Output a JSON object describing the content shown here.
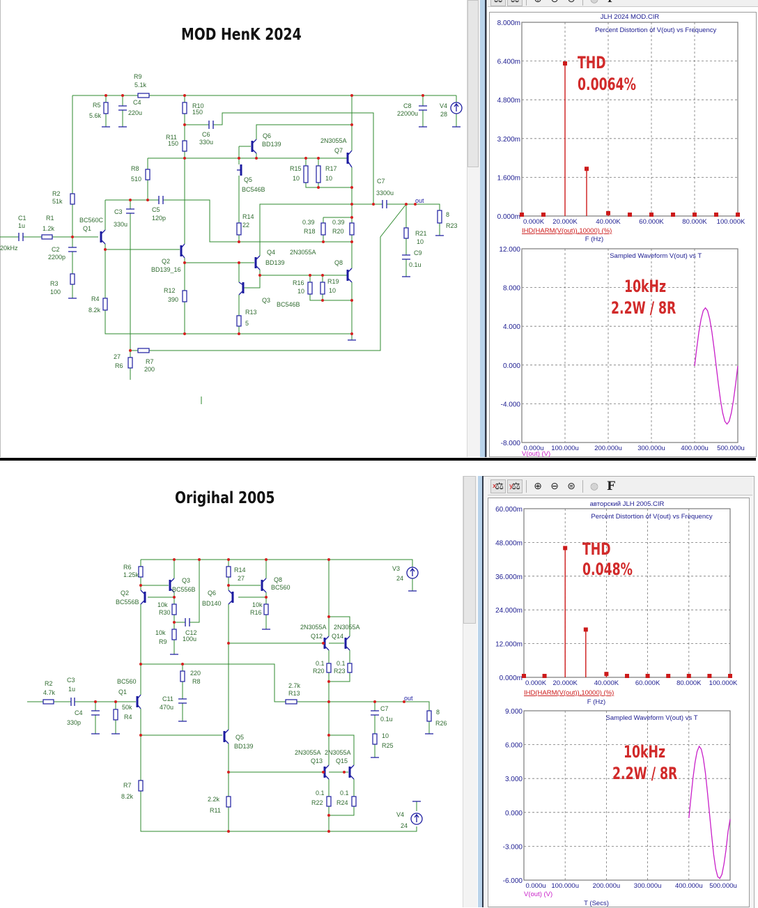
{
  "top": {
    "title": "MOD HenK 2024",
    "input_label": "20kHz",
    "out_label": "out",
    "R9": {
      "ref": "R9",
      "value": "5.1k"
    },
    "R5": {
      "ref": "R5",
      "value": "5.6k"
    },
    "C4": {
      "ref": "C4",
      "value": "220u"
    },
    "R10": {
      "ref": "R10",
      "value": "150"
    },
    "C6": {
      "ref": "C6",
      "value": "330u"
    },
    "R11": {
      "ref": "R11",
      "value": "150"
    },
    "Q6": {
      "ref": "Q6",
      "model": "BD139"
    },
    "Q7": {
      "ref": "Q7",
      "model": "2N3055A"
    },
    "R15": {
      "ref": "R15",
      "value": "10"
    },
    "R17": {
      "ref": "R17",
      "value": "10"
    },
    "C7": {
      "ref": "C7",
      "value": "3300u"
    },
    "C8": {
      "ref": "C8",
      "value": "22000u"
    },
    "V4": {
      "ref": "V4",
      "value": "28"
    },
    "R23": {
      "ref": "R23",
      "value": "8"
    },
    "R21": {
      "ref": "R21",
      "value": "10"
    },
    "C9": {
      "ref": "C9",
      "value": "0.1u"
    },
    "R8": {
      "ref": "R8",
      "value": "510"
    },
    "R2": {
      "ref": "R2",
      "value": "51k"
    },
    "C1": {
      "ref": "C1",
      "value": "1u"
    },
    "R1": {
      "ref": "R1",
      "value": "1.2k"
    },
    "Q1": {
      "ref": "Q1",
      "model": "BC560C"
    },
    "C3": {
      "ref": "C3",
      "value": "330u"
    },
    "C5": {
      "ref": "C5",
      "value": "120p"
    },
    "C2": {
      "ref": "C2",
      "value": "2200p"
    },
    "R3": {
      "ref": "R3",
      "value": "100"
    },
    "R14": {
      "ref": "R14",
      "value": "22"
    },
    "R18": {
      "ref": "R18",
      "value": "0.39"
    },
    "R20": {
      "ref": "R20",
      "value": "0.39"
    },
    "Q4": {
      "ref": "Q4",
      "model": "BD139"
    },
    "Q8": {
      "ref": "Q8",
      "model": "2N3055A"
    },
    "Q5": {
      "ref": "Q5",
      "model": "BC546B"
    },
    "Q2": {
      "ref": "Q2",
      "model": "BD139_16"
    },
    "R16": {
      "ref": "R16",
      "value": "10"
    },
    "R19": {
      "ref": "R19",
      "value": "10"
    },
    "R12": {
      "ref": "R12",
      "value": "390"
    },
    "R4": {
      "ref": "R4",
      "value": "8.2k"
    },
    "Q3": {
      "ref": "Q3",
      "model": "BC546B"
    },
    "R13": {
      "ref": "R13",
      "value": "5"
    },
    "R6": {
      "ref": "R6",
      "value": "27"
    },
    "R7": {
      "ref": "R7",
      "value": "200"
    }
  },
  "bottom": {
    "title": "Origihal 2005",
    "out_label": "out",
    "R6": {
      "ref": "R6",
      "value": "1.25k"
    },
    "Q3": {
      "ref": "Q3",
      "model": "BC556B"
    },
    "Q2": {
      "ref": "Q2",
      "model": "BC556B"
    },
    "R30": {
      "ref": "R30",
      "value": "10k"
    },
    "R9": {
      "ref": "R9",
      "value": "10k"
    },
    "C12": {
      "ref": "C12",
      "value": "100u"
    },
    "Q6": {
      "ref": "Q6",
      "model": "BD140"
    },
    "R14": {
      "ref": "R14",
      "value": "27"
    },
    "Q8": {
      "ref": "Q8",
      "model": "BC560"
    },
    "R16": {
      "ref": "R16",
      "value": "10k"
    },
    "V3": {
      "ref": "V3",
      "value": "24"
    },
    "Q12": {
      "ref": "Q12",
      "model": "2N3055A"
    },
    "Q14": {
      "ref": "Q14",
      "model": "2N3055A"
    },
    "R20": {
      "ref": "R20",
      "value": "0.1"
    },
    "R23": {
      "ref": "R23",
      "value": "0.1"
    },
    "R8": {
      "ref": "R8",
      "value": "220"
    },
    "C11": {
      "ref": "C11",
      "value": "470u"
    },
    "Q1": {
      "ref": "Q1",
      "model": "BC560"
    },
    "R2": {
      "ref": "R2",
      "value": "4.7k"
    },
    "C3": {
      "ref": "C3",
      "value": "1u"
    },
    "C4": {
      "ref": "C4",
      "value": "330p"
    },
    "R4": {
      "ref": "R4",
      "value": "50k"
    },
    "R13": {
      "ref": "R13",
      "value": "2.7k"
    },
    "C7": {
      "ref": "C7",
      "value": "0.1u"
    },
    "R25": {
      "ref": "R25",
      "value": "10"
    },
    "R26": {
      "ref": "R26",
      "value": "8"
    },
    "Q5": {
      "ref": "Q5",
      "model": "BD139"
    },
    "Q13": {
      "ref": "Q13",
      "model": "2N3055A"
    },
    "Q15": {
      "ref": "Q15",
      "model": "2N3055A"
    },
    "R7": {
      "ref": "R7",
      "value": "8.2k"
    },
    "R22": {
      "ref": "R22",
      "value": "0.1"
    },
    "R24": {
      "ref": "R24",
      "value": "0.1"
    },
    "R11": {
      "ref": "R11",
      "value": "2.2k"
    },
    "V4": {
      "ref": "V4",
      "value": "24"
    }
  },
  "toolbar": {
    "icons": [
      "x-scale-icon",
      "y-scale-icon",
      "zoom-in-icon",
      "zoom-out-icon",
      "zoom-fit-icon",
      "globe-icon",
      "font-icon"
    ],
    "font_glyph": "F"
  },
  "annotations": {
    "top_thd_label": "THD",
    "top_thd_value": "0.0064%",
    "top_freq": "10kHz",
    "top_power": "2.2W / 8R",
    "bottom_thd_label": "THD",
    "bottom_thd_value": "0.048%",
    "bottom_freq": "10kHz",
    "bottom_power": "2.2W / 8R"
  },
  "colors": {
    "harmonic": "#cc1a1a",
    "waveform": "#c81ec8",
    "axis_text": "#1c1c90",
    "wire": "#2e8a2e",
    "symbol": "#1c1ca0",
    "annotation": "#d12a2a"
  },
  "chart_data": [
    {
      "type": "bar",
      "file_title": "JLH 2024 MOD.CIR",
      "title": "Percent Distortion of V(out) vs Frequency",
      "xlabel": "F (Hz)",
      "legend": "IHD(HARM(V(out)),10000) (%)",
      "x": [
        0,
        10000,
        20000,
        30000,
        40000,
        50000,
        60000,
        70000,
        80000,
        90000,
        100000
      ],
      "values": [
        0,
        0,
        6.3,
        1.95,
        0.12,
        0.05,
        0.02,
        0,
        0.02,
        0.02,
        0
      ],
      "value_unit": "m%",
      "xlim": [
        0,
        100000
      ],
      "ylim": [
        0,
        8
      ],
      "xticks": [
        0,
        20000,
        40000,
        60000,
        80000,
        100000
      ],
      "xtick_labels": [
        "0.000K",
        "20.000K",
        "40.000K",
        "60.000K",
        "80.000K",
        "100.000K"
      ],
      "yticks": [
        0,
        1.6,
        3.2,
        4.8,
        6.4,
        8
      ],
      "ytick_labels": [
        "0.000m",
        "1.600m",
        "3.200m",
        "4.800m",
        "6.400m",
        "8.000m"
      ],
      "grid": true
    },
    {
      "type": "line",
      "title": "Sampled Waveform  V(out) vs T",
      "legend": "V(out) (V)",
      "x": [
        400,
        405,
        410,
        415,
        420,
        425,
        430,
        435,
        440,
        445,
        450,
        455,
        460,
        465,
        470,
        475,
        480,
        485,
        490,
        495,
        500
      ],
      "values": [
        -0.1,
        1.75,
        3.43,
        4.75,
        5.61,
        5.9,
        5.61,
        4.75,
        3.43,
        1.75,
        -0.1,
        -1.95,
        -3.63,
        -4.95,
        -5.81,
        -6.1,
        -5.81,
        -4.95,
        -3.63,
        -1.95,
        -0.1
      ],
      "x_unit": "u",
      "xlim": [
        0,
        500
      ],
      "ylim": [
        -8,
        12
      ],
      "xticks": [
        0,
        100,
        200,
        300,
        400,
        500
      ],
      "xtick_labels": [
        "0.000u",
        "100.000u",
        "200.000u",
        "300.000u",
        "400.000u",
        "500.000u"
      ],
      "yticks": [
        -8,
        -4,
        0,
        4,
        8,
        12
      ],
      "ytick_labels": [
        "-8.000",
        "-4.000",
        "0.000",
        "4.000",
        "8.000",
        "12.000"
      ],
      "grid": true
    },
    {
      "type": "bar",
      "file_title": "авторский JLH 2005.CIR",
      "title": "Percent Distortion of V(out) vs Frequency",
      "xlabel": "F (Hz)",
      "legend": "IHD(HARM(V(out)),10000) (%)",
      "x": [
        0,
        10000,
        20000,
        30000,
        40000,
        50000,
        60000,
        70000,
        80000,
        90000,
        100000
      ],
      "values": [
        0,
        0,
        46,
        17,
        1.2,
        0.4,
        0,
        0,
        0,
        0,
        0
      ],
      "value_unit": "m%",
      "xlim": [
        0,
        100000
      ],
      "ylim": [
        0,
        60
      ],
      "xticks": [
        0,
        20000,
        40000,
        60000,
        80000,
        100000
      ],
      "xtick_labels": [
        "0.000K",
        "20.000K",
        "40.000K",
        "60.000K",
        "80.000K",
        "100.000K"
      ],
      "yticks": [
        0,
        12,
        24,
        36,
        48,
        60
      ],
      "ytick_labels": [
        "0.000m",
        "12.000m",
        "24.000m",
        "36.000m",
        "48.000m",
        "60.000m"
      ],
      "grid": true
    },
    {
      "type": "line",
      "title": "Sampled Waveform  V(out) vs T",
      "xlabel": "T (Secs)",
      "legend": "V(out) (V)",
      "x": [
        400,
        405,
        410,
        415,
        420,
        425,
        430,
        435,
        440,
        445,
        450,
        455,
        460,
        465,
        470,
        475,
        480,
        485,
        490,
        495,
        500
      ],
      "values": [
        -0.5,
        1.35,
        3.05,
        4.45,
        5.4,
        5.85,
        5.6,
        4.8,
        3.5,
        1.8,
        -0.1,
        -2.0,
        -3.7,
        -5.0,
        -5.7,
        -5.85,
        -5.5,
        -4.6,
        -3.3,
        -1.7,
        -0.6
      ],
      "x_unit": "u",
      "xlim": [
        0,
        500
      ],
      "ylim": [
        -6,
        9
      ],
      "xticks": [
        0,
        100,
        200,
        300,
        400,
        500
      ],
      "xtick_labels": [
        "0.000u",
        "100.000u",
        "200.000u",
        "300.000u",
        "400.000u",
        "500.000u"
      ],
      "yticks": [
        -6,
        -3,
        0,
        3,
        6,
        9
      ],
      "ytick_labels": [
        "-6.000",
        "-3.000",
        "0.000",
        "3.000",
        "6.000",
        "9.000"
      ],
      "grid": true
    }
  ]
}
